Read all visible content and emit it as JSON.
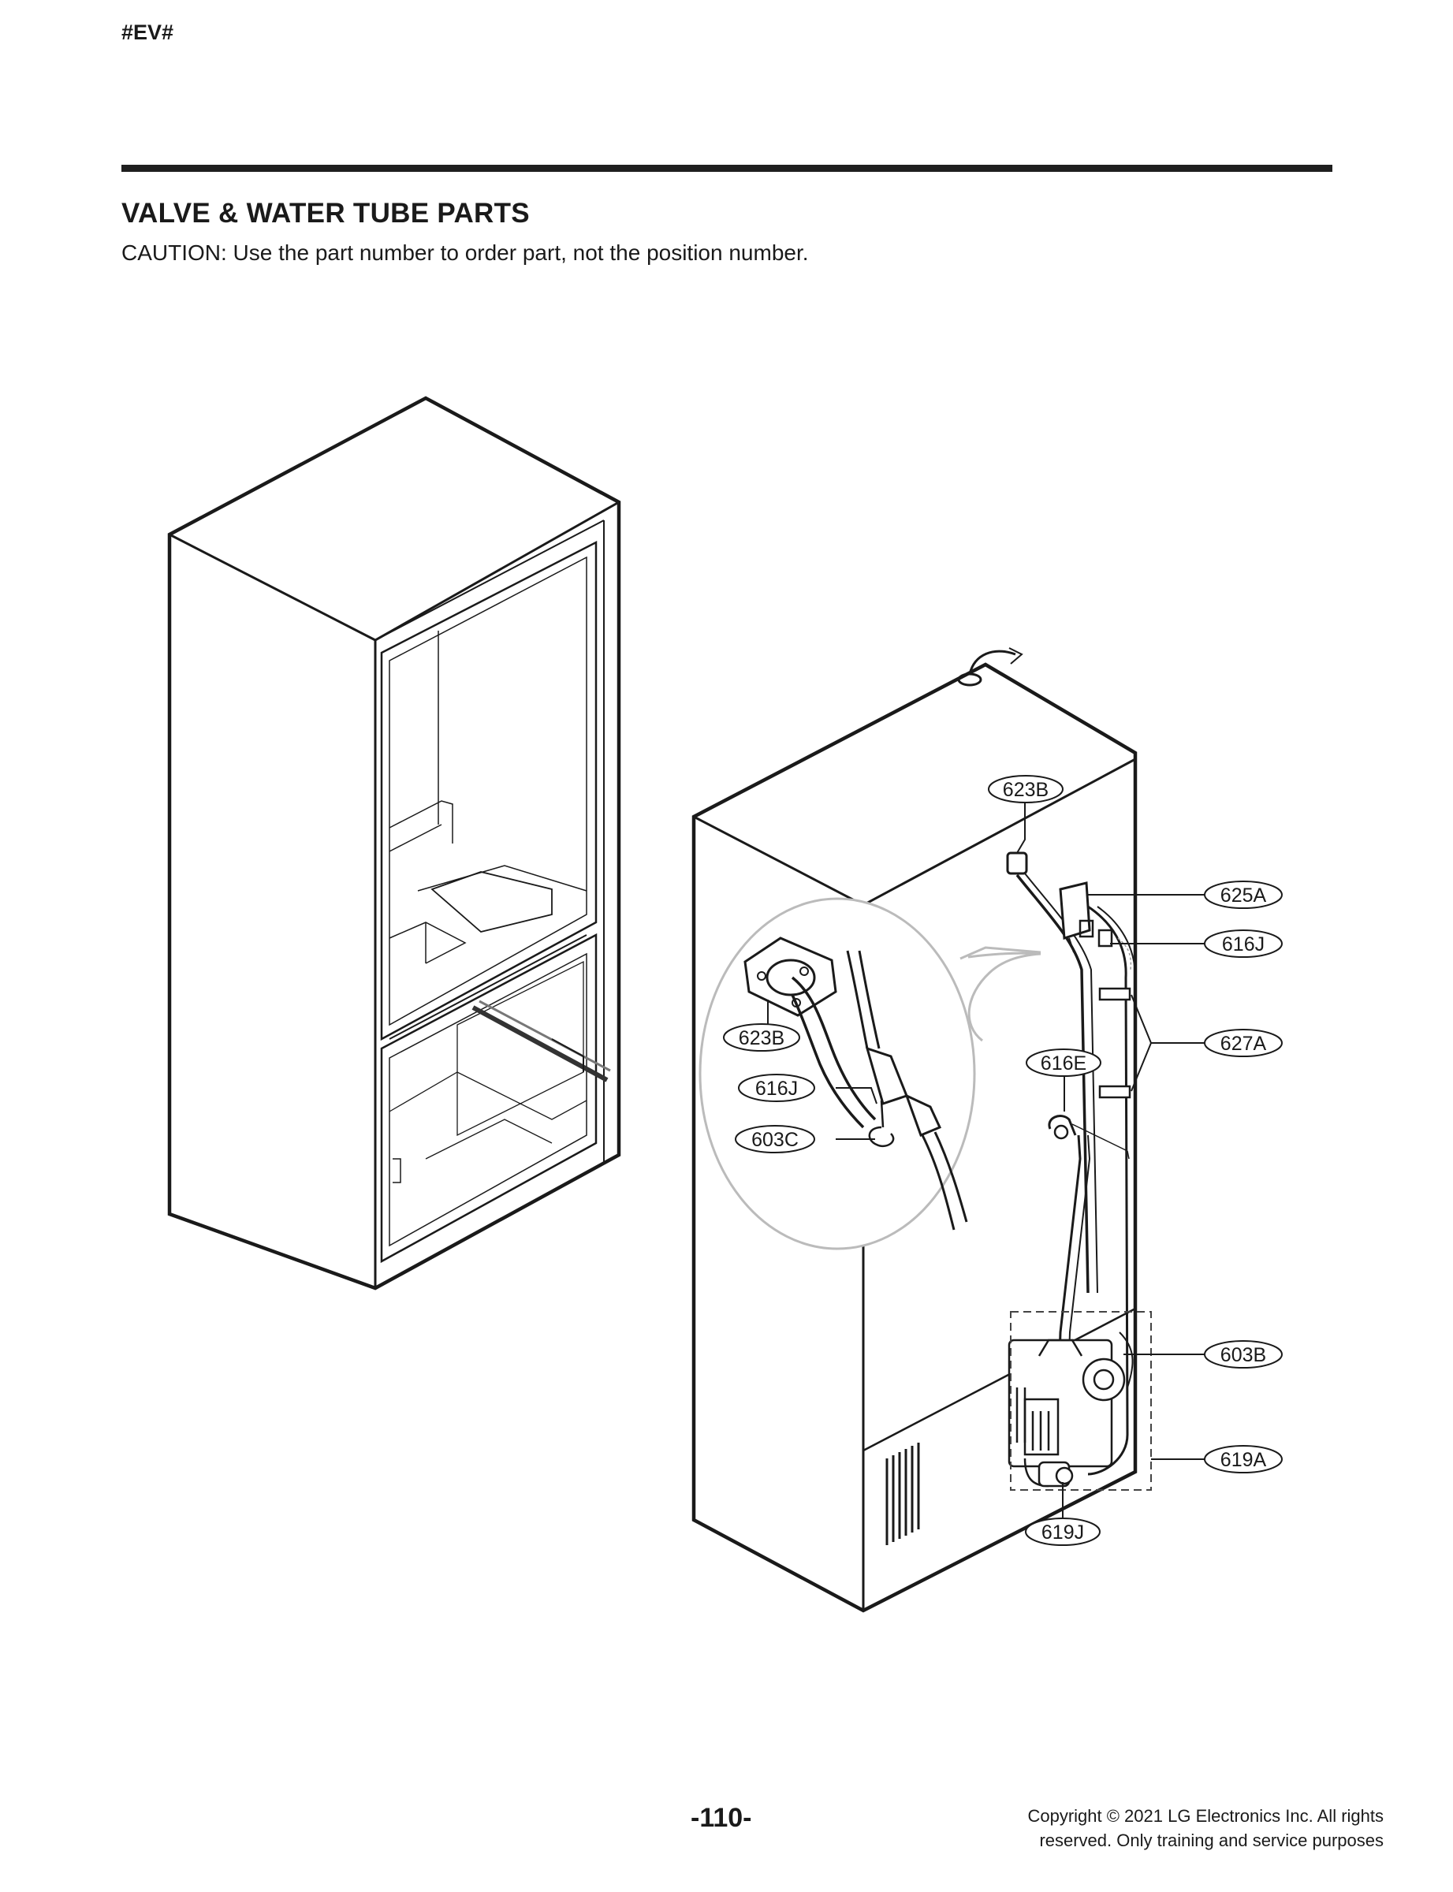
{
  "header": {
    "tag": "#EV#",
    "title": "VALVE & WATER TUBE PARTS",
    "caution": "CAUTION: Use the part number to order part, not the position number."
  },
  "callouts": {
    "c623B_top": "623B",
    "c625A": "625A",
    "c616J_top": "616J",
    "c627A": "627A",
    "c616E": "616E",
    "c603B": "603B",
    "c619A": "619A",
    "c619J": "619J",
    "c623B_detail": "623B",
    "c616J_detail": "616J",
    "c603C": "603C"
  },
  "footer": {
    "page_number": "-110-",
    "copyright_line1": "Copyright © 2021 LG Electronics Inc. All rights",
    "copyright_line2": "reserved. Only training and service purposes"
  }
}
